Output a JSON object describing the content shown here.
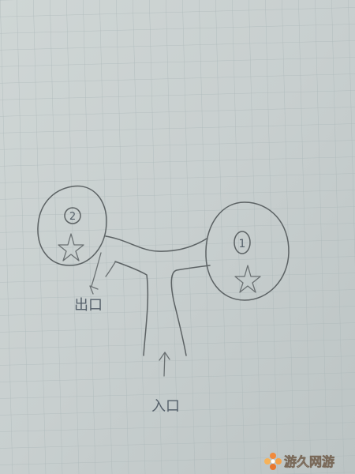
{
  "sketch": {
    "rooms": [
      {
        "marker": "2"
      },
      {
        "marker": "1"
      }
    ],
    "exit_label": "出口",
    "entrance_label": "入口"
  },
  "watermark": {
    "text": "游久网游",
    "icon": "flower-logo-icon",
    "icon_color": "#f08a3c"
  }
}
